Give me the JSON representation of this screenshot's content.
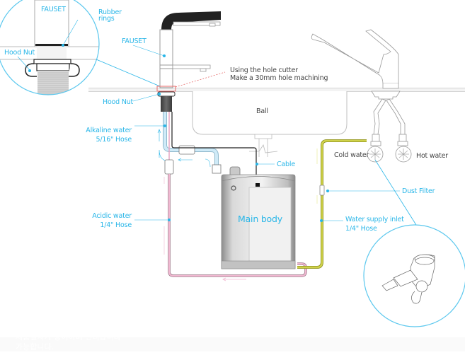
{
  "diagram": {
    "title": "Under-sink water ionizer installation",
    "labels": {
      "inset_fauset": "FAUSET",
      "inset_rubber_rings_line1": "Rubber",
      "inset_rubber_rings_line2": "rings",
      "inset_hood_nut": "Hood Nut",
      "fauset": "FAUSET",
      "hole_note_line1": "Using the hole cutter",
      "hole_note_line2": "Make a 30mm hole machining",
      "hood_nut": "Hood Nut",
      "ball": "Ball",
      "alkaline_line1": "Alkaline water",
      "alkaline_line2": "5/16\"  Hose",
      "cable": "Cable",
      "cold_water": "Cold water",
      "hot_water": "Hot water",
      "dust_filter": "Dust Filter",
      "main_body": "Main body",
      "acidic_line1": "Acidic water",
      "acidic_line2": "1/4\"  Hose",
      "supply_line1": "Water supply inlet",
      "supply_line2": "1/4\"  Hose"
    },
    "colors": {
      "label_blue": "#29b6e8",
      "alkaline_hose": "#bfe3f5",
      "acidic_hose": "#e8a7c4",
      "supply_hose": "#c5c93a",
      "hole_marker": "#e66a6a",
      "outline": "#999999"
    }
  },
  "footer": {
    "line1": "제품설치가 용이하며 편리합니다",
    "line2": "가능합니다."
  }
}
